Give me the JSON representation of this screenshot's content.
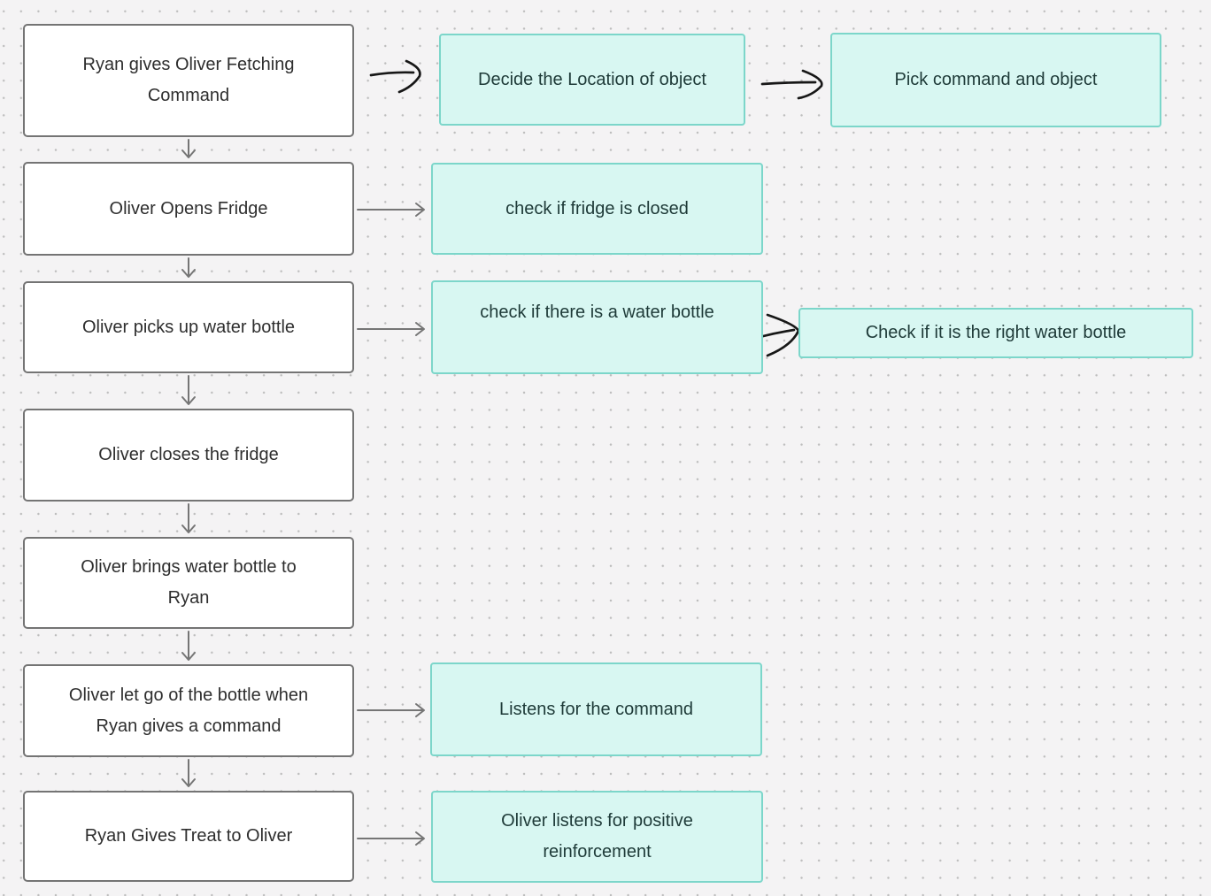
{
  "diagram": {
    "nodes": {
      "step1": {
        "label": "Ryan gives Oliver Fetching\nCommand"
      },
      "step2": {
        "label": "Oliver Opens Fridge"
      },
      "step3": {
        "label": "Oliver picks up water bottle"
      },
      "step4": {
        "label": "Oliver closes the fridge"
      },
      "step5": {
        "label": "Oliver brings water bottle to\nRyan"
      },
      "step6": {
        "label": "Oliver let go of the bottle when\nRyan gives a command"
      },
      "step7": {
        "label": "Ryan Gives Treat to Oliver"
      },
      "note1": {
        "label": "Decide the Location of object"
      },
      "note2": {
        "label": "Pick command and object"
      },
      "note3": {
        "label": "check if fridge is closed"
      },
      "note4": {
        "label": "check if there is a water bottle"
      },
      "note5": {
        "label": "Check if it is the right water bottle"
      },
      "note6": {
        "label": "Listens for the command"
      },
      "note7": {
        "label": "Oliver listens for positive\nreinforcement"
      }
    },
    "colors": {
      "background": "#f4f3f4",
      "grid_dot": "#bdbdbd",
      "process_fill": "#ffffff",
      "process_border": "#747474",
      "process_text": "#2e2e2e",
      "annotation_fill": "#d8f7f2",
      "annotation_border": "#7cd6ca",
      "annotation_text": "#1e3a38",
      "connector_gray": "#757575",
      "connector_sketch": "#171717"
    }
  }
}
